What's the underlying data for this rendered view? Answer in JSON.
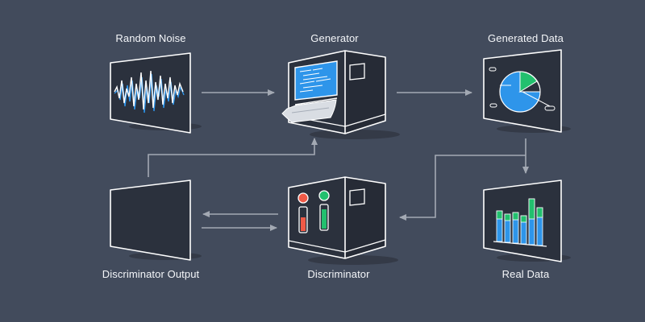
{
  "nodes": {
    "random_noise": {
      "label": "Random Noise"
    },
    "generator": {
      "label": "Generator"
    },
    "generated_data": {
      "label": "Generated Data"
    },
    "discriminator_output": {
      "label": "Discriminator Output"
    },
    "discriminator": {
      "label": "Discriminator"
    },
    "real_data": {
      "label": "Real Data"
    }
  },
  "edges": [
    {
      "from": "random_noise",
      "to": "generator"
    },
    {
      "from": "generator",
      "to": "generated_data"
    },
    {
      "from": "generated_data",
      "to": "real_data"
    },
    {
      "from": "generated_data",
      "to": "discriminator"
    },
    {
      "from": "discriminator",
      "to": "discriminator_output"
    },
    {
      "from": "discriminator_output",
      "to": "discriminator"
    },
    {
      "from": "discriminator_output",
      "to": "generator"
    }
  ],
  "colors": {
    "background": "#424b5c",
    "panel_dark": "#2b313d",
    "outline": "#ffffff",
    "arrow": "#a3a9b3",
    "screen_blue": "#2e95ea",
    "accent_green": "#22c06e",
    "accent_red": "#f05a47"
  }
}
